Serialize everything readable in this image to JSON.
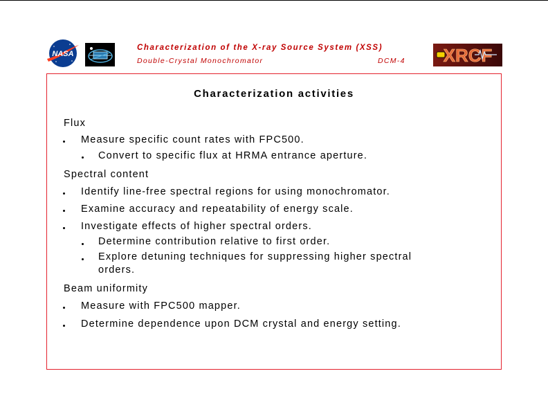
{
  "header": {
    "title": "Characterization of the X-ray Source System (XSS)",
    "subtitle": "Double-Crystal Monochromator",
    "code": "DCM-4",
    "nasa_logo_text": "NASA",
    "xrcf_logo_text": "XRCF"
  },
  "slide": {
    "title": "Characterization activities",
    "sections": [
      {
        "heading": "Flux",
        "items": [
          {
            "text": "Measure specific count rates with FPC500.",
            "subitems": [
              "Convert to specific flux at HRMA entrance aperture."
            ]
          }
        ]
      },
      {
        "heading": "Spectral content",
        "items": [
          {
            "text": "Identify line-free spectral regions for using monochromator.",
            "subitems": []
          },
          {
            "text": "Examine accuracy and repeatability of energy scale.",
            "subitems": []
          },
          {
            "text": "Investigate effects of higher spectral orders.",
            "subitems": [
              "Determine contribution relative to first order.",
              "Explore detuning techniques for suppressing higher spectral",
              "orders."
            ]
          }
        ]
      },
      {
        "heading": "Beam uniformity",
        "items": [
          {
            "text": "Measure with FPC500 mapper.",
            "subitems": []
          },
          {
            "text": "Determine dependence upon DCM crystal and energy setting.",
            "subitems": []
          }
        ]
      }
    ]
  },
  "colors": {
    "header_text": "#c00000",
    "box_border": "#e4202c",
    "nasa_blue": "#0b3d91",
    "nasa_red": "#fc3d21"
  }
}
